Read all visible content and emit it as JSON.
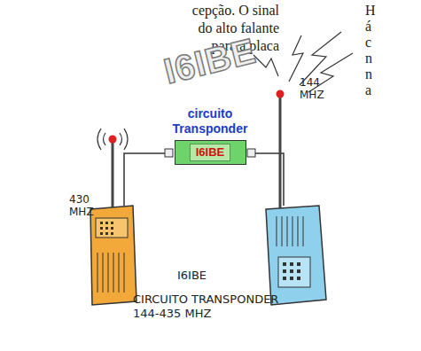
{
  "diagram": {
    "nodes": [
      {
        "text": [
          "circuito Transponder",
          "I6IBE"
        ]
      }
    ],
    "labels": [
      "cepção. O sinal",
      "do alto falante",
      "para a placa",
      "H",
      "á",
      "c",
      "n",
      "n",
      "a",
      "I6IBE",
      "430 MHZ",
      "144 MHZ",
      "I6IBE",
      "CIRCUITO TRANSPONDER 144-435 MHZ"
    ]
  }
}
